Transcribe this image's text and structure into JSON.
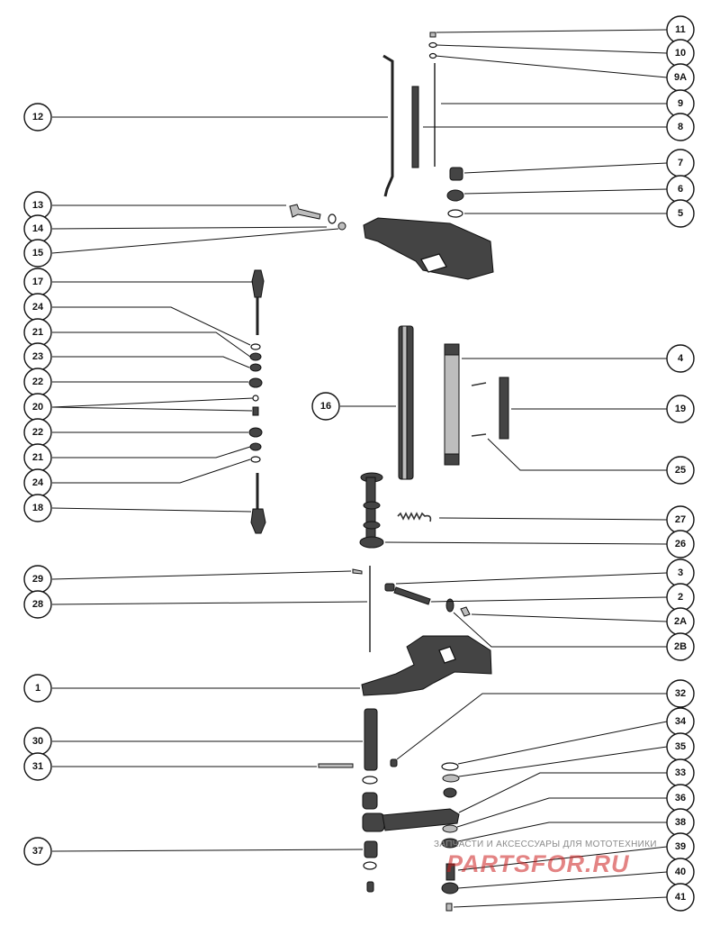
{
  "callouts": [
    {
      "label": "11"
    },
    {
      "label": "10"
    },
    {
      "label": "9A"
    },
    {
      "label": "9"
    },
    {
      "label": "8"
    },
    {
      "label": "7"
    },
    {
      "label": "6"
    },
    {
      "label": "5"
    },
    {
      "label": "12"
    },
    {
      "label": "13"
    },
    {
      "label": "14"
    },
    {
      "label": "15"
    },
    {
      "label": "17"
    },
    {
      "label": "24"
    },
    {
      "label": "21"
    },
    {
      "label": "23"
    },
    {
      "label": "22"
    },
    {
      "label": "20"
    },
    {
      "label": "22"
    },
    {
      "label": "21"
    },
    {
      "label": "24"
    },
    {
      "label": "18"
    },
    {
      "label": "16"
    },
    {
      "label": "4"
    },
    {
      "label": "19"
    },
    {
      "label": "25"
    },
    {
      "label": "27"
    },
    {
      "label": "26"
    },
    {
      "label": "29"
    },
    {
      "label": "28"
    },
    {
      "label": "3"
    },
    {
      "label": "2"
    },
    {
      "label": "2A"
    },
    {
      "label": "2B"
    },
    {
      "label": "1"
    },
    {
      "label": "32"
    },
    {
      "label": "34"
    },
    {
      "label": "35"
    },
    {
      "label": "30"
    },
    {
      "label": "31"
    },
    {
      "label": "33"
    },
    {
      "label": "36"
    },
    {
      "label": "38"
    },
    {
      "label": "37"
    },
    {
      "label": "39"
    },
    {
      "label": "40"
    },
    {
      "label": "41"
    }
  ],
  "watermark": {
    "caption": "ЗАПЧАСТИ И АКСЕССУАРЫ ДЛЯ МОТОТЕХНИКИ",
    "logo": "PARTSFOR.RU",
    "color": "#cc1e1e"
  },
  "colors": {
    "ink": "#111111",
    "background": "#ffffff"
  }
}
